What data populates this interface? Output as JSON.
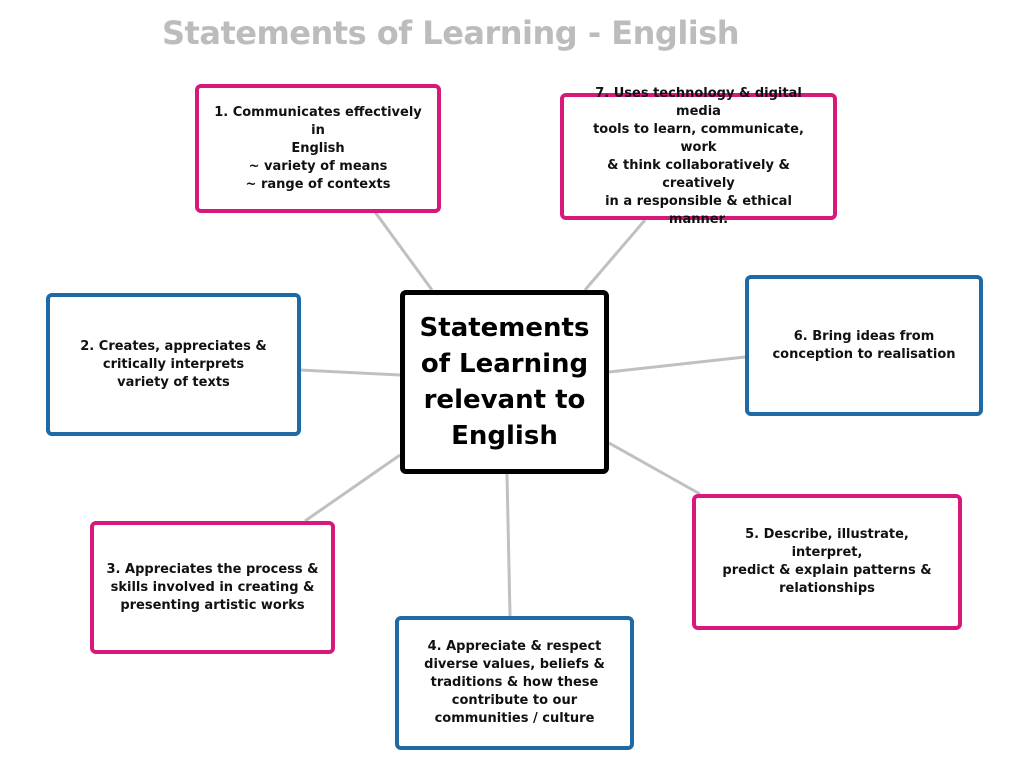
{
  "title": "Statements of Learning - English",
  "center": "Statements\nof Learning\nrelevant to\nEnglish",
  "colors": {
    "pink": "#d6197a",
    "blue": "#1d6aa6",
    "connector": "#c0c0c0",
    "title": "#bcbcbc"
  },
  "nodes": [
    {
      "text": "1. Communicates effectively in\nEnglish\n~ variety of means\n~ range of contexts",
      "color": "pink"
    },
    {
      "text": "2. Creates, appreciates &\ncritically interprets\n variety of texts",
      "color": "blue"
    },
    {
      "text": "3. Appreciates the process &\nskills involved in creating &\npresenting artistic works",
      "color": "pink"
    },
    {
      "text": "4. Appreciate & respect\ndiverse values, beliefs &\ntraditions & how these\ncontribute to our\ncommunities / culture",
      "color": "blue"
    },
    {
      "text": "5. Describe, illustrate, interpret,\npredict & explain patterns &\nrelationships",
      "color": "pink"
    },
    {
      "text": "6. Bring ideas from\nconception to realisation",
      "color": "blue"
    },
    {
      "text": "7. Uses technology & digital media\ntools to learn, communicate, work\n& think collaboratively & creatively\nin a responsible & ethical manner.",
      "color": "pink"
    }
  ]
}
